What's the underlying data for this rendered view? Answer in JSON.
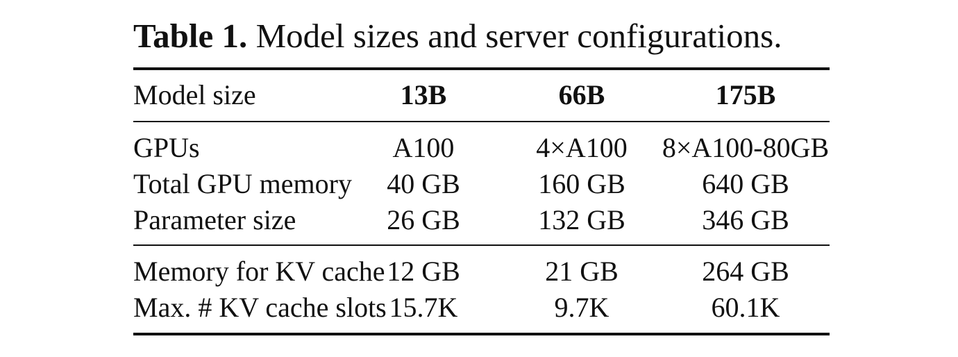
{
  "caption": {
    "label": "Table 1.",
    "text": "Model sizes and server configurations."
  },
  "table": {
    "header": [
      "Model size",
      "13B",
      "66B",
      "175B"
    ],
    "rows": [
      [
        "GPUs",
        "A100",
        "4×A100",
        "8×A100-80GB"
      ],
      [
        "Total GPU memory",
        "40 GB",
        "160 GB",
        "640 GB"
      ],
      [
        "Parameter size",
        "26 GB",
        "132 GB",
        "346 GB"
      ],
      [
        "Memory for KV cache",
        "12 GB",
        "21 GB",
        "264 GB"
      ],
      [
        "Max. # KV cache slots",
        "15.7K",
        "9.7K",
        "60.1K"
      ]
    ]
  }
}
